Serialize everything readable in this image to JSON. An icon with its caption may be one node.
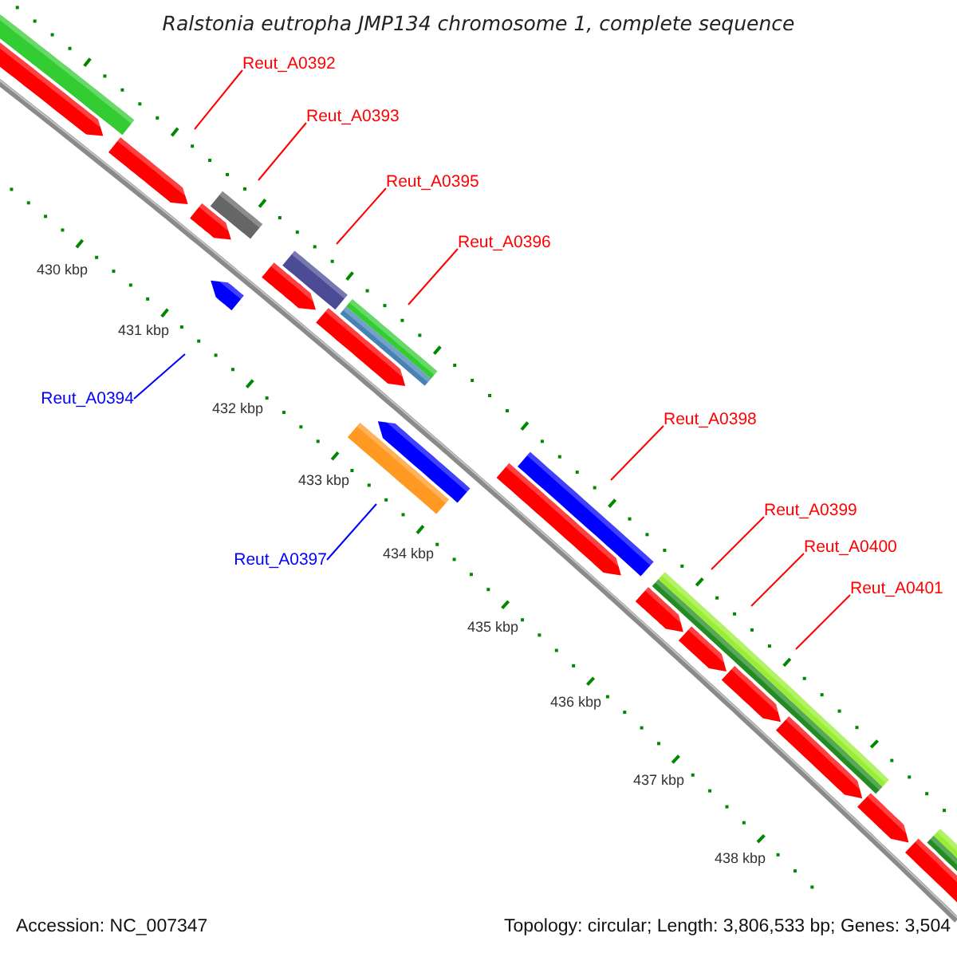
{
  "diagram": {
    "title": "Ralstonia eutropha JMP134 chromosome 1, complete sequence",
    "nodes": [
      {
        "text": [
          "Reut_A0392"
        ]
      },
      {
        "text": [
          "Reut_A0393"
        ]
      },
      {
        "text": [
          "Reut_A0395"
        ]
      },
      {
        "text": [
          "Reut_A0396"
        ]
      },
      {
        "text": [
          "Reut_A0394"
        ]
      },
      {
        "text": [
          "Reut_A0398"
        ]
      },
      {
        "text": [
          "Reut_A0399"
        ]
      },
      {
        "text": [
          "Reut_A0400"
        ]
      },
      {
        "text": [
          "Reut_A0397"
        ]
      },
      {
        "text": [
          "Reut_A0401"
        ]
      }
    ],
    "edges": [
      {
        "from": 0,
        "to": null,
        "arrow": "none"
      },
      {
        "from": 1,
        "to": null,
        "arrow": "none"
      },
      {
        "from": 2,
        "to": null,
        "arrow": "none"
      },
      {
        "from": 3,
        "to": null,
        "arrow": "none"
      },
      {
        "from": 4,
        "to": null,
        "arrow": "none",
        "color": "#0000ff"
      },
      {
        "from": 5,
        "to": null,
        "arrow": "none"
      },
      {
        "from": 6,
        "to": null,
        "arrow": "none"
      },
      {
        "from": 7,
        "to": null,
        "arrow": "none"
      },
      {
        "from": 8,
        "to": null,
        "arrow": "none",
        "color": "#0000ff"
      },
      {
        "from": 9,
        "to": null,
        "arrow": "none"
      }
    ],
    "labels": [
      "430 kbp",
      "431 kbp",
      "432 kbp",
      "433 kbp",
      "434 kbp",
      "435 kbp",
      "436 kbp",
      "437 kbp",
      "438 kbp",
      "Accession: NC_007347",
      "Topology: circular; Length: 3,806,533 bp; Genes: 3,504"
    ]
  }
}
